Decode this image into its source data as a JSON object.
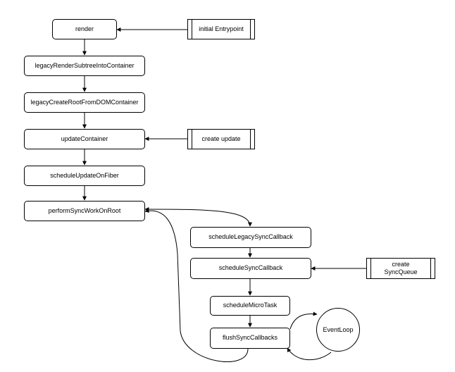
{
  "nodes": {
    "render": "render",
    "legacy_render_subtree": "legacyRenderSubtreeIntoContainer",
    "legacy_create_root": "legacyCreateRootFromDOMContainer",
    "update_container": "updateContainer",
    "schedule_update_on_fiber": "scheduleUpdateOnFiber",
    "perform_sync_work_on_root": "performSyncWorkOnRoot",
    "schedule_legacy_sync_callback": "scheduleLegacySyncCallback",
    "schedule_sync_callback": "scheduleSyncCallback",
    "schedule_micro_task": "scheduleMicroTask",
    "flush_sync_callbacks": "flushSyncCallbacks",
    "event_loop": "EventLoop"
  },
  "processes": {
    "initial_entrypoint": "initial Entrypoint",
    "create_update": "create update",
    "create_sync_queue_line1": "create",
    "create_sync_queue_line2": "SyncQueue"
  }
}
